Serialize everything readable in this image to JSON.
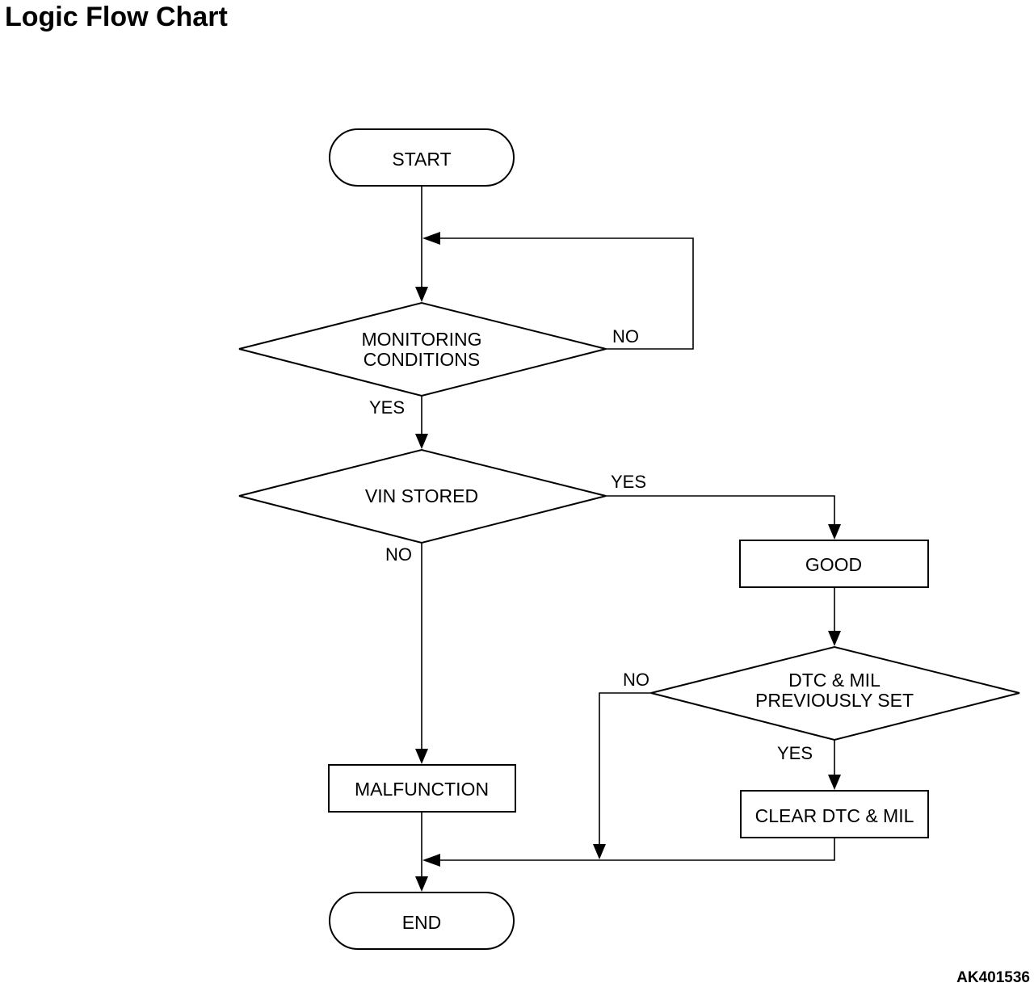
{
  "header": {
    "title": "Logic Flow Chart"
  },
  "nodes": {
    "start": "START",
    "monitoring_line1": "MONITORING",
    "monitoring_line2": "CONDITIONS",
    "vin_stored": "VIN STORED",
    "good": "GOOD",
    "dtc_line1": "DTC & MIL",
    "dtc_line2": "PREVIOUSLY SET",
    "clear": "CLEAR DTC & MIL",
    "malfunction": "MALFUNCTION",
    "end": "END"
  },
  "edges": {
    "monitoring_no": "NO",
    "monitoring_yes": "YES",
    "vin_yes": "YES",
    "vin_no": "NO",
    "dtc_no": "NO",
    "dtc_yes": "YES"
  },
  "footer": {
    "code": "AK401536"
  }
}
